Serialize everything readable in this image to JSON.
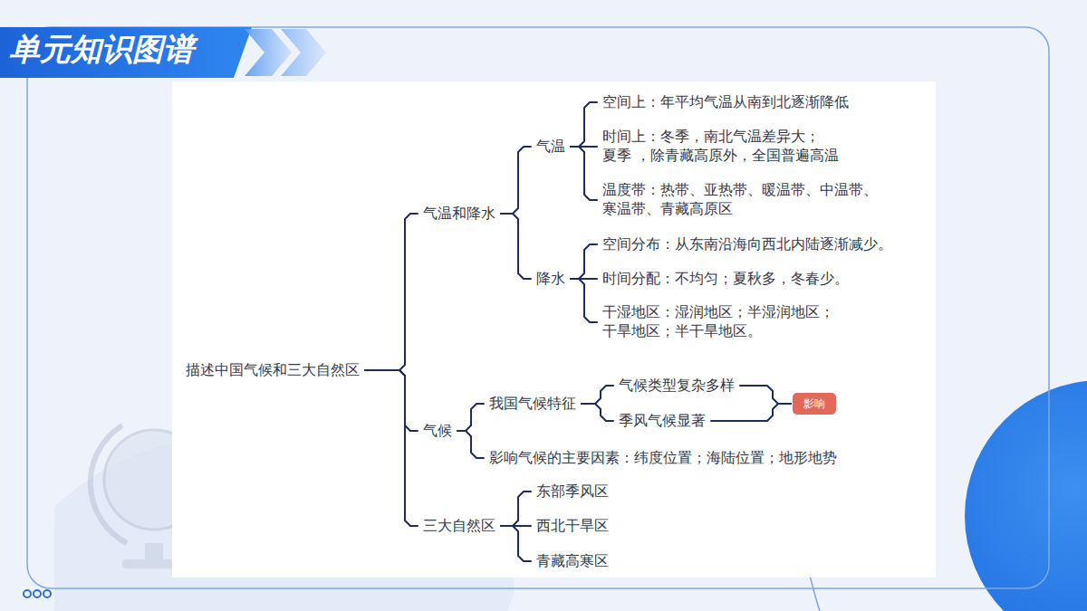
{
  "diagram": {
    "title": "单元知识图谱",
    "nodes": [
      {
        "text": [
          "描述中国气候和三大自然区"
        ]
      },
      {
        "text": [
          "气温和降水"
        ]
      },
      {
        "text": [
          "气温"
        ]
      },
      {
        "text": [
          "空间上：年平均气温从南到北逐渐降低"
        ]
      },
      {
        "text": [
          "时间上：冬季，南北气温差异大； 夏季 ，除青藏高原外，全国普遍高温"
        ]
      },
      {
        "text": [
          "温度带：热带、亚热带、暖温带、中温带、 寒温带、青藏高原区"
        ]
      },
      {
        "text": [
          "降水"
        ]
      },
      {
        "text": [
          "空间分布：从东南沿海向西北内陆逐渐减少。"
        ]
      },
      {
        "text": [
          "时间分配：不均匀；夏秋多，冬春少。"
        ]
      },
      {
        "text": [
          "干湿地区：湿润地区；半湿润地区； 干旱地区；半干旱地区。"
        ]
      },
      {
        "text": [
          "气候"
        ]
      },
      {
        "text": [
          "我国气候特征"
        ]
      },
      {
        "text": [
          "气候类型复杂多样"
        ]
      },
      {
        "text": [
          "季风气候显著"
        ]
      },
      {
        "text": [
          "影响"
        ]
      },
      {
        "text": [
          "影响气候的主要因素：纬度位置；海陆位置；地形地势"
        ]
      },
      {
        "text": [
          "三大自然区"
        ]
      },
      {
        "text": [
          "东部季风区"
        ]
      },
      {
        "text": [
          "西北干旱区"
        ]
      },
      {
        "text": [
          "青藏高寒区"
        ]
      }
    ],
    "edges": [
      {
        "from": 0,
        "to": 1,
        "arrow": "none"
      },
      {
        "from": 0,
        "to": 10,
        "arrow": "none"
      },
      {
        "from": 0,
        "to": 16,
        "arrow": "none"
      },
      {
        "from": 1,
        "to": 2,
        "arrow": "none"
      },
      {
        "from": 1,
        "to": 6,
        "arrow": "none"
      },
      {
        "from": 2,
        "to": 3,
        "arrow": "none"
      },
      {
        "from": 2,
        "to": 4,
        "arrow": "none"
      },
      {
        "from": 2,
        "to": 5,
        "arrow": "none"
      },
      {
        "from": 6,
        "to": 7,
        "arrow": "none"
      },
      {
        "from": 6,
        "to": 8,
        "arrow": "none"
      },
      {
        "from": 6,
        "to": 9,
        "arrow": "none"
      },
      {
        "from": 10,
        "to": 11,
        "arrow": "none"
      },
      {
        "from": 10,
        "to": 15,
        "arrow": "none"
      },
      {
        "from": 11,
        "to": 12,
        "arrow": "none"
      },
      {
        "from": 11,
        "to": 13,
        "arrow": "none"
      },
      {
        "from": 12,
        "to": 14,
        "arrow": "none"
      },
      {
        "from": 13,
        "to": 14,
        "arrow": "none"
      },
      {
        "from": 16,
        "to": 17,
        "arrow": "none"
      },
      {
        "from": 16,
        "to": 18,
        "arrow": "none"
      },
      {
        "from": 16,
        "to": 19,
        "arrow": "none"
      }
    ]
  }
}
